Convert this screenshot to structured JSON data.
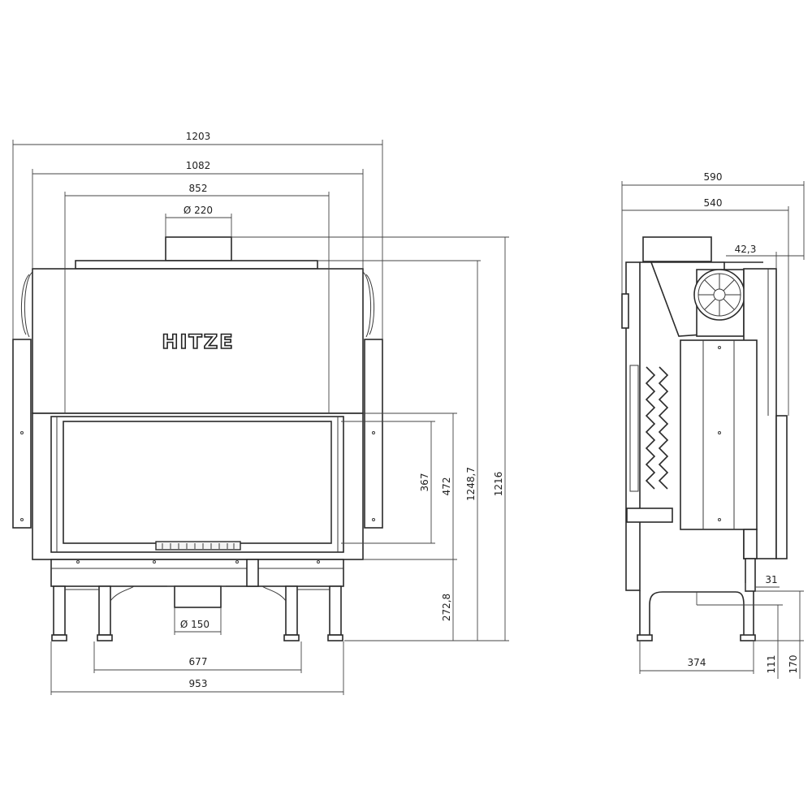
{
  "brand": "HITZE",
  "front_view": {
    "dims": {
      "overall_width": "1203",
      "body_width": "1082",
      "door_width": "852",
      "flue_diameter": "Ø 220",
      "air_inlet_diameter": "Ø 150",
      "leg_spacing": "677",
      "base_width": "953",
      "glass_height": "367",
      "opening_height": "472",
      "outlet_height": "1248,7",
      "overall_height": "1216",
      "base_height": "272,8"
    }
  },
  "side_view": {
    "dims": {
      "overall_depth": "590",
      "body_depth": "540",
      "rear_offset": "42,3",
      "foot_depth": "374",
      "small_offset": "31",
      "inlet_height": "111",
      "inlet_top_height": "170"
    }
  }
}
